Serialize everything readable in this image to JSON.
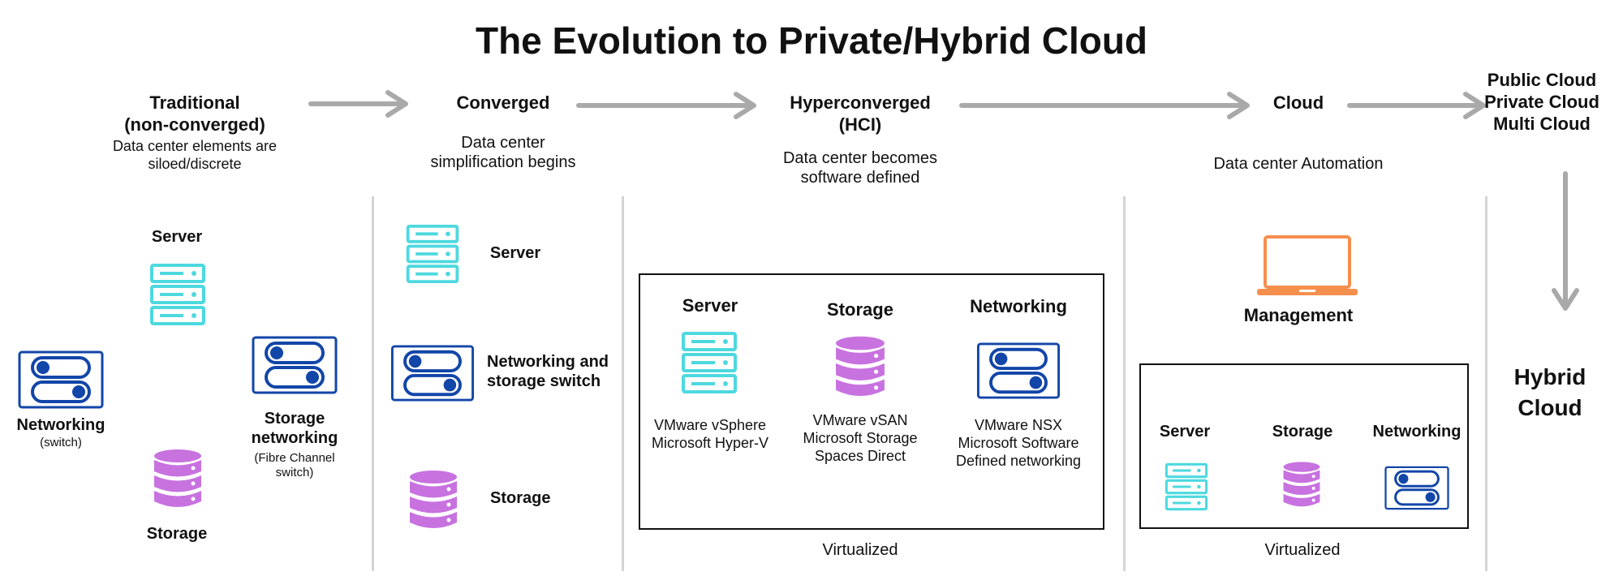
{
  "title": "The Evolution to Private/Hybrid Cloud",
  "colors": {
    "server": "#4dd9df",
    "storage": "#c872e0",
    "network": "#1246a8",
    "laptop": "#f58f4e",
    "arrow": "#a9a9a9",
    "divider": "#d4d4d4"
  },
  "stages": {
    "traditional": {
      "title": "Traditional\n(non-converged)",
      "desc": "Data center elements are\nsiloed/discrete"
    },
    "converged": {
      "title": "Converged",
      "desc": "Data center\nsimplification begins"
    },
    "hyperconverged": {
      "title": "Hyperconverged\n(HCI)",
      "desc": "Data center becomes\nsoftware defined"
    },
    "cloud": {
      "title": "Cloud",
      "desc": "Data center Automation"
    },
    "public": {
      "title": "Public Cloud\nPrivate Cloud\nMulti Cloud"
    }
  },
  "traditional": {
    "server": "Server",
    "networking": "Networking",
    "networking_sub": "(switch)",
    "storage_networking": "Storage\nnetworking",
    "storage_networking_sub": "(Fibre Channel\nswitch)",
    "storage": "Storage"
  },
  "converged": {
    "server": "Server",
    "net_storage_switch": "Networking and\nstorage switch",
    "storage": "Storage"
  },
  "hci": {
    "server": "Server",
    "storage": "Storage",
    "networking": "Networking",
    "server_products": "VMware vSphere\nMicrosoft Hyper-V",
    "storage_products": "VMware vSAN\nMicrosoft Storage\nSpaces Direct",
    "networking_products": "VMware NSX\nMicrosoft Software\nDefined networking",
    "virtualized": "Virtualized"
  },
  "cloud": {
    "management": "Management",
    "server": "Server",
    "storage": "Storage",
    "networking": "Networking",
    "virtualized": "Virtualized"
  },
  "hybrid": "Hybrid\nCloud",
  "icons": [
    "server-icon",
    "storage-icon",
    "network-switch-icon",
    "laptop-icon",
    "arrow-icon"
  ]
}
